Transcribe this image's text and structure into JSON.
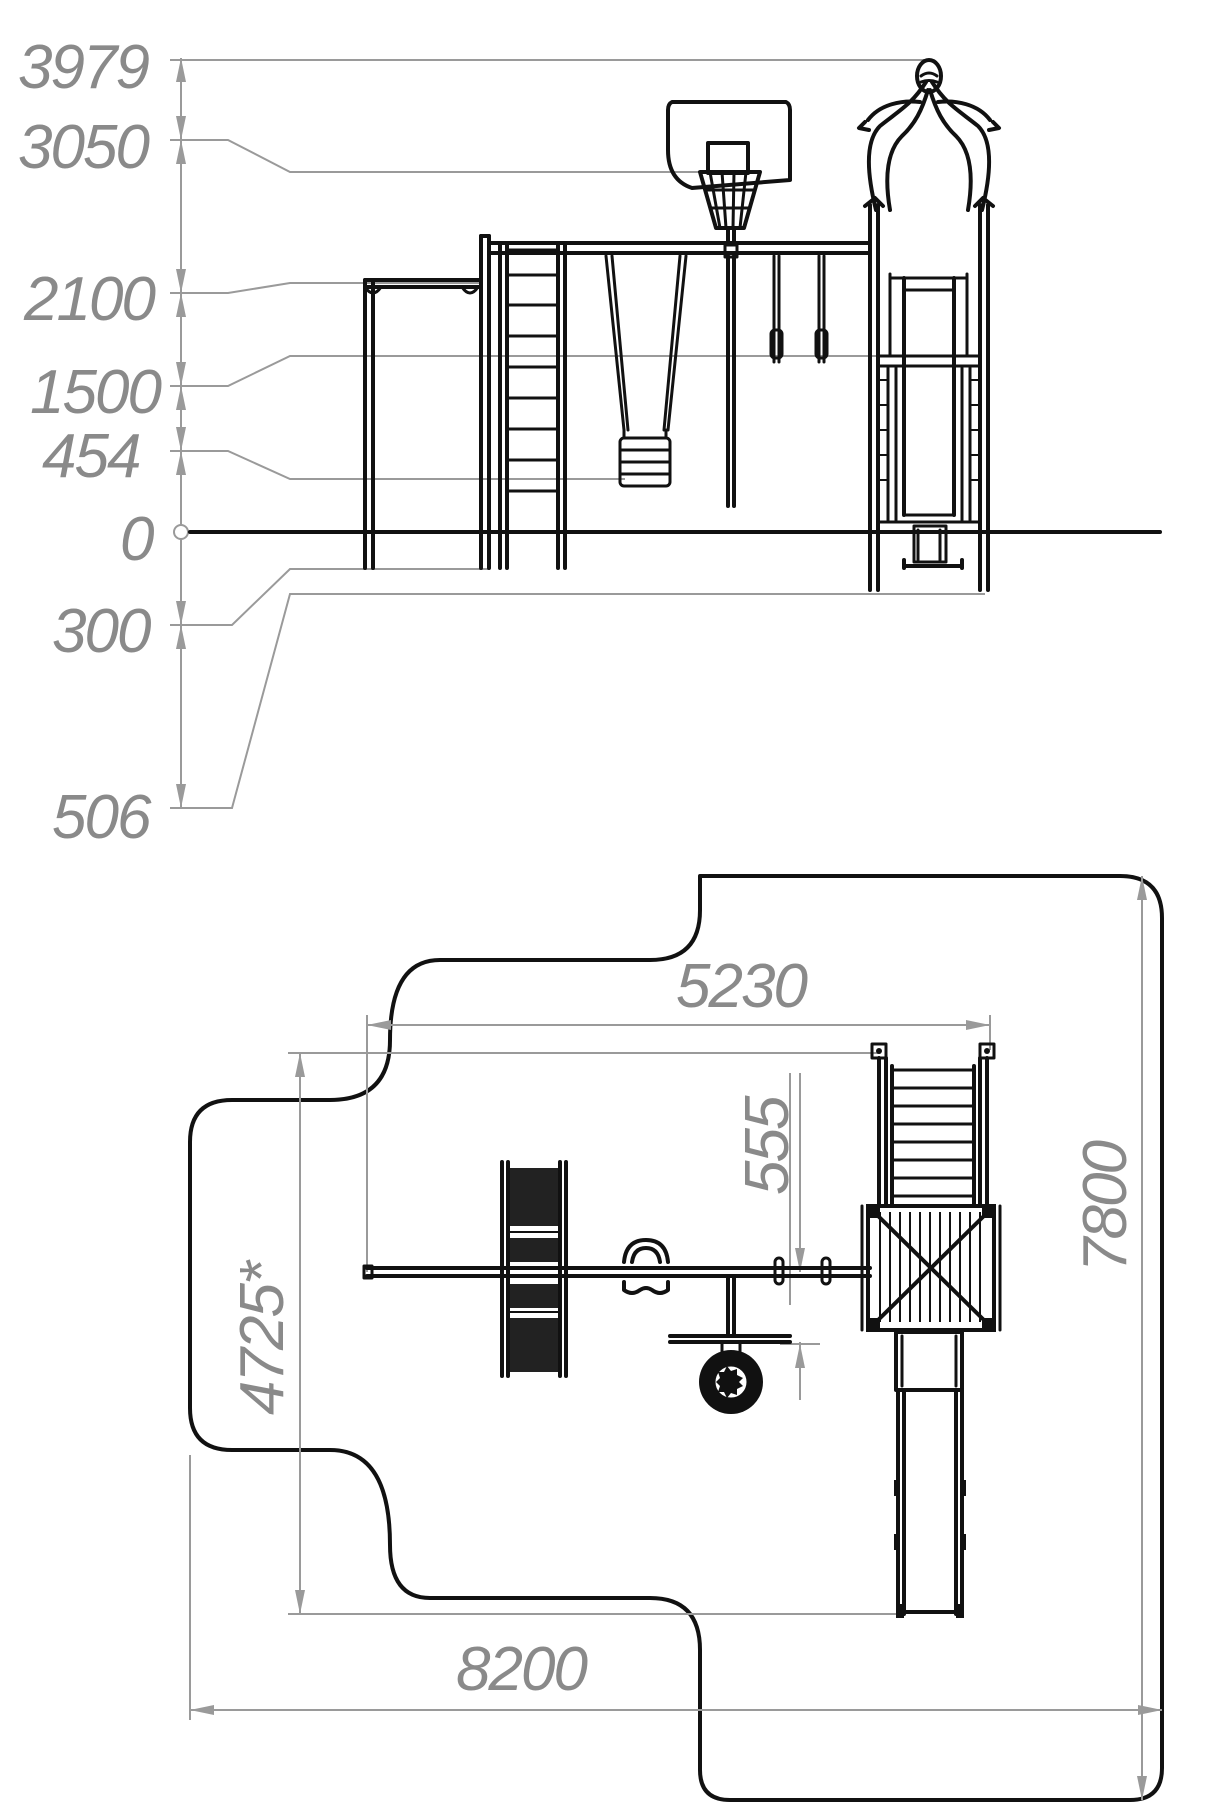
{
  "elevation": {
    "labels": {
      "h3979": "3979",
      "h3050": "3050",
      "h2100": "2100",
      "h1500": "1500",
      "h454": "454",
      "h0": "0",
      "d300": "300",
      "d506": "506"
    }
  },
  "plan": {
    "labels": {
      "width5230": "5230",
      "gap555": "555",
      "depth4725": "4725*",
      "zone8200": "8200",
      "zone7800": "7800"
    }
  }
}
